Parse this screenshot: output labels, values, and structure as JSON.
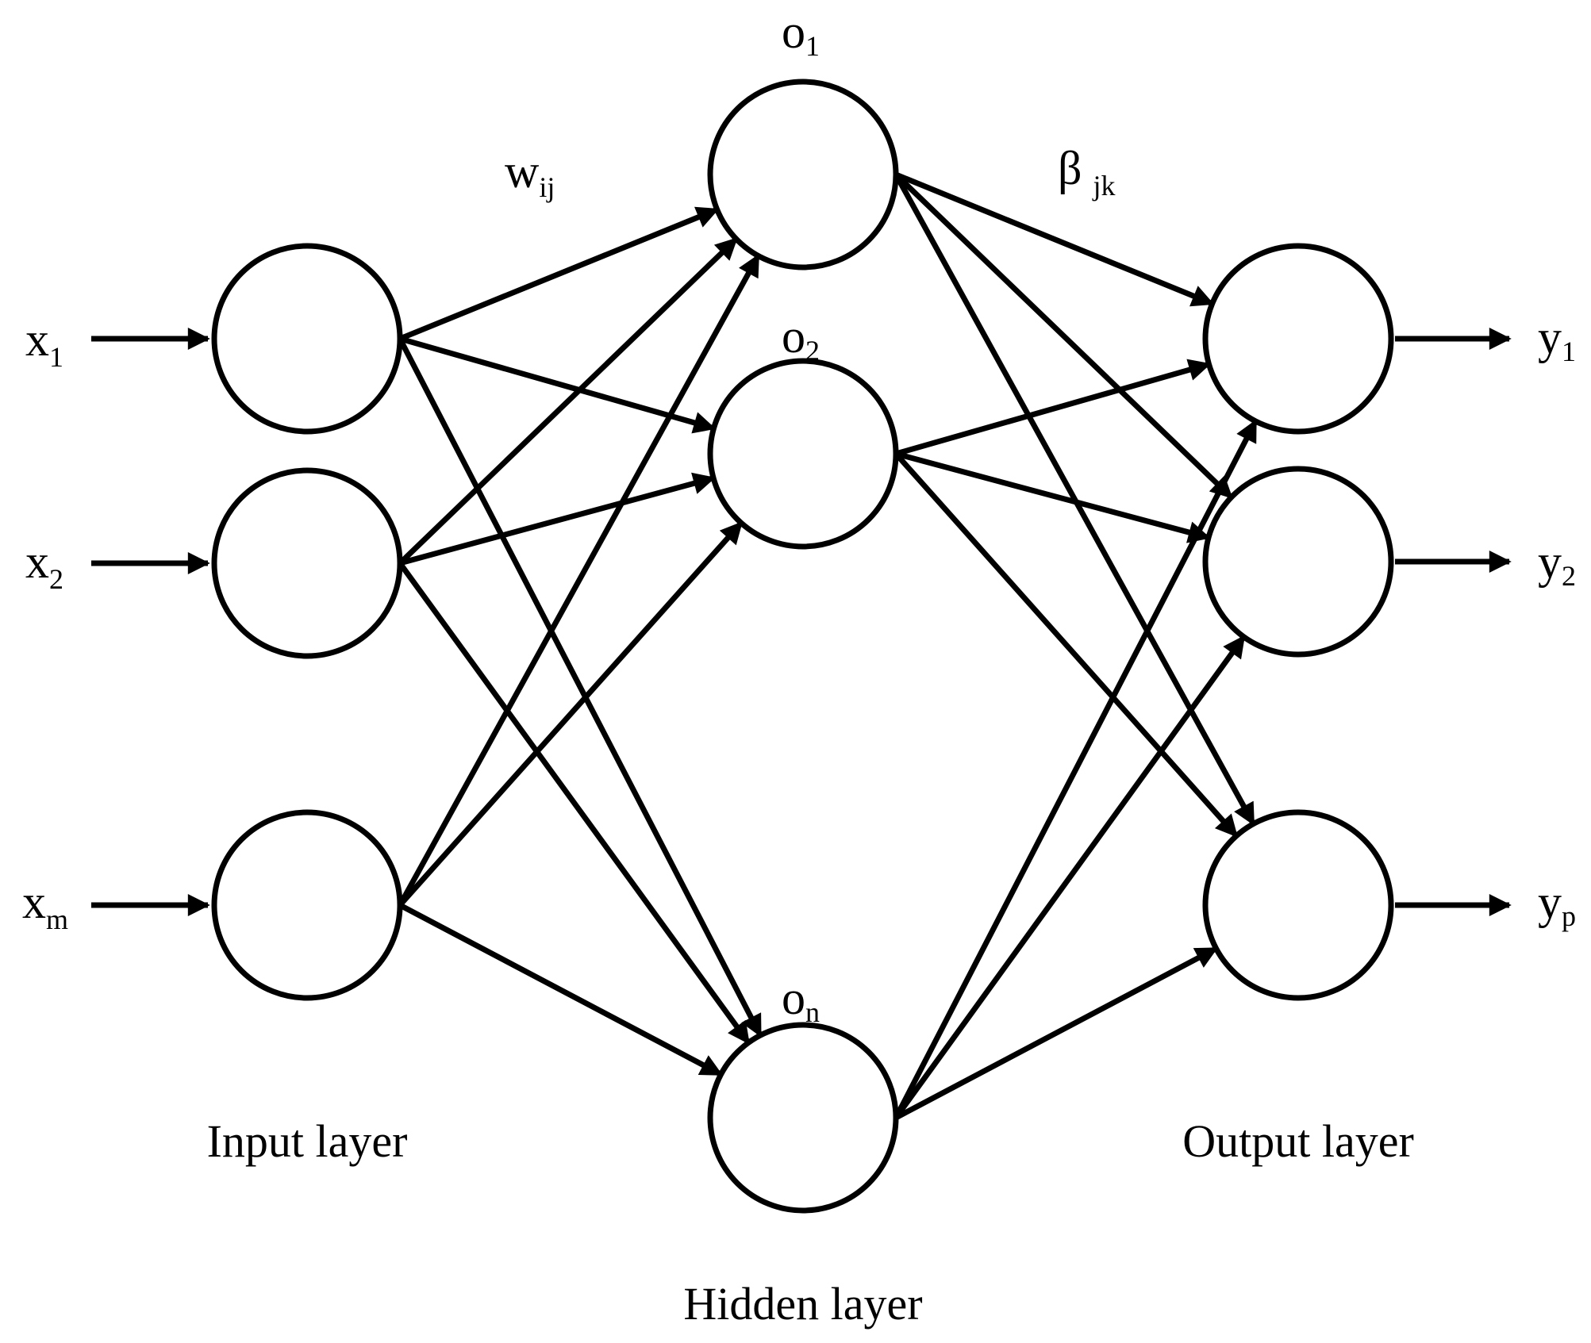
{
  "diagram": {
    "colors": {
      "stroke": "#000000",
      "background": "#ffffff"
    },
    "inputs": [
      {
        "base": "x",
        "sub": "1"
      },
      {
        "base": "x",
        "sub": "2"
      },
      {
        "base": "x",
        "sub": "m"
      }
    ],
    "hidden": [
      {
        "base": "o",
        "sub": "1"
      },
      {
        "base": "o",
        "sub": "2"
      },
      {
        "base": "o",
        "sub": "n"
      }
    ],
    "outputs": [
      {
        "base": "y",
        "sub": "1"
      },
      {
        "base": "y",
        "sub": "2"
      },
      {
        "base": "y",
        "sub": "p"
      }
    ],
    "weights": {
      "input_hidden": {
        "base": "w",
        "sub": "ij"
      },
      "hidden_output": {
        "base": "β",
        "sub": "jk"
      }
    },
    "layers": {
      "input": "Input layer",
      "hidden": "Hidden layer",
      "output": "Output layer"
    }
  }
}
